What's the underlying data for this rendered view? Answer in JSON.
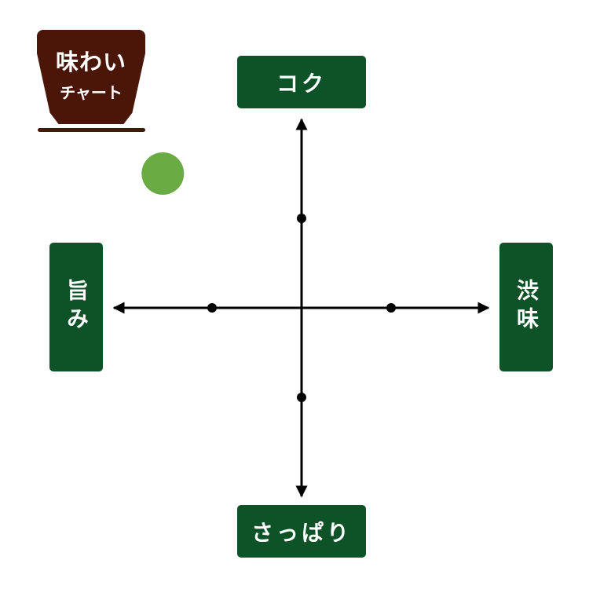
{
  "title": {
    "line1": "味わい",
    "line2": "チャート"
  },
  "axes": {
    "top": "コク",
    "bottom": "さっぱり",
    "left": "旨み",
    "right": "渋味"
  },
  "colors": {
    "brown": "#4a1608",
    "label_green": "#0e5228",
    "marker": "#6aab44",
    "axis": "#000000"
  },
  "chart_data": {
    "type": "scatter",
    "x_axis": {
      "negative": "旨み",
      "positive": "渋味",
      "range": [
        -2,
        2
      ],
      "ticks": [
        -1,
        1
      ]
    },
    "y_axis": {
      "negative": "さっぱり",
      "positive": "コク",
      "range": [
        -2,
        2
      ],
      "ticks": [
        -1,
        1
      ]
    },
    "points": [
      {
        "x": -1.55,
        "y": 1.5
      }
    ]
  }
}
